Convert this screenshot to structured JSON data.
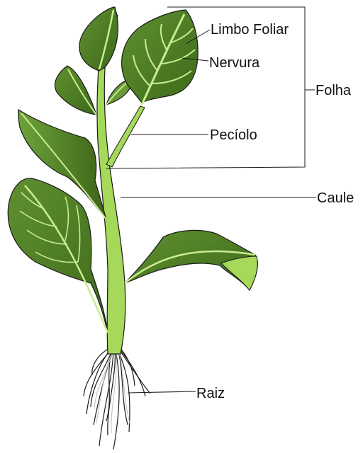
{
  "labels": {
    "limbo": "Limbo Foliar",
    "nervura": "Nervura",
    "peciolo": "Pecíolo",
    "folha": "Folha",
    "caule": "Caule",
    "raiz": "Raiz"
  },
  "colors": {
    "leaf_dark": "#4e7a22",
    "leaf_mid": "#6a9a38",
    "stem": "#a6d95a",
    "vein": "#c9ec90",
    "outline": "#1a1a1a",
    "root": "#8a8a8a"
  }
}
